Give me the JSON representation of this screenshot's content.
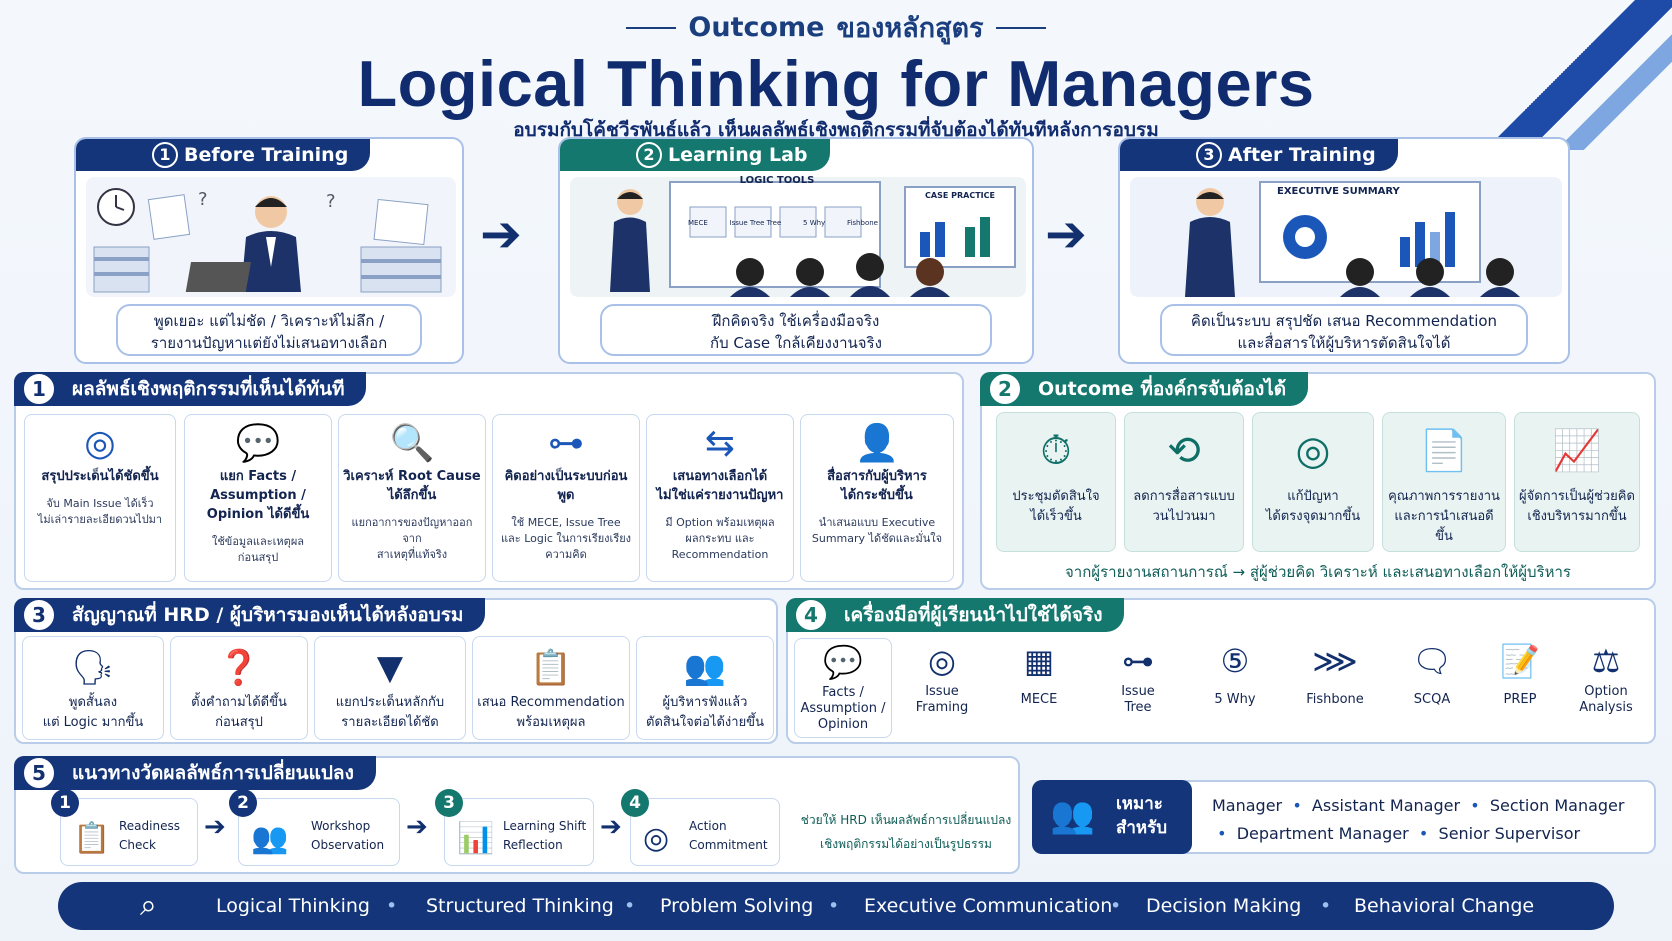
{
  "header": {
    "kicker_outcome": "Outcome",
    "kicker_rest": "ของหลักสูตร",
    "title": "Logical Thinking for Managers",
    "subtitle": "อบรมกับโค้ชวีรพันธ์แล้ว เห็นผลลัพธ์เชิงพฤติกรรมที่จับต้องได้ทันทีหลังการอบรม"
  },
  "stages": [
    {
      "num": "1",
      "label": "Before Training",
      "cap1": "พูดเยอะ แต่ไม่ชัด / วิเคราะห์ไม่ลึก /",
      "cap2": "รายงานปัญหาแต่ยังไม่เสนอทางเลือก"
    },
    {
      "num": "2",
      "label": "Learning Lab",
      "cap1": "ฝึกคิดจริง ใช้เครื่องมือจริง",
      "cap2": "กับ Case ใกล้เคียงงานจริง",
      "board_title": "LOGIC TOOLS",
      "board_items": [
        "MECE",
        "Issue Tree Tree",
        "5 Why",
        "Fishbone"
      ],
      "flip_title": "CASE PRACTICE"
    },
    {
      "num": "3",
      "label": "After Training",
      "cap1": "คิดเป็นระบบ สรุปชัด เสนอ Recommendation",
      "cap2": "และสื่อสารให้ผู้บริหารตัดสินใจได้",
      "screen_title": "EXECUTIVE SUMMARY"
    }
  ],
  "section1": {
    "num": "1",
    "title": "ผลลัพธ์เชิงพฤติกรรมที่เห็นได้ทันที",
    "cards": [
      {
        "icon": "target-icon",
        "h1": "สรุปประเด็นได้ชัดขึ้น",
        "h2": "",
        "d1": "จับ Main Issue ได้เร็ว",
        "d2": "ไม่เล่ารายละเอียดวนไปมา",
        "d3": ""
      },
      {
        "icon": "chat-icon",
        "h1": "แยก Facts / Assumption /",
        "h2": "Opinion ได้ดีขึ้น",
        "d1": "ใช้ข้อมูลและเหตุผล",
        "d2": "ก่อนสรุป",
        "d3": ""
      },
      {
        "icon": "magnifier-icon",
        "h1": "วิเคราะห์ Root Cause",
        "h2": "ได้ลึกขึ้น",
        "d1": "แยกอาการของปัญหาออกจาก",
        "d2": "สาเหตุที่แท้จริง",
        "d3": ""
      },
      {
        "icon": "hierarchy-icon",
        "h1": "คิดอย่างเป็นระบบก่อนพูด",
        "h2": "",
        "d1": "ใช้ MECE, Issue Tree",
        "d2": "และ Logic ในการเรียงเรียง",
        "d3": "ความคิด"
      },
      {
        "icon": "signpost-icon",
        "h1": "เสนอทางเลือกได้",
        "h2": "ไม่ใช่แค่รายงานปัญหา",
        "d1": "มี Option พร้อมเหตุผล",
        "d2": "ผลกระทบ และ",
        "d3": "Recommendation"
      },
      {
        "icon": "presenter-icon",
        "h1": "สื่อสารกับผู้บริหาร",
        "h2": "ได้กระชับขึ้น",
        "d1": "นำเสนอแบบ Executive",
        "d2": "Summary ได้ชัดและมั่นใจ",
        "d3": ""
      }
    ]
  },
  "section2": {
    "num": "2",
    "title": "Outcome ที่องค์กรจับต้องได้",
    "cards": [
      {
        "icon": "stopwatch-icon",
        "l1": "ประชุมตัดสินใจ",
        "l2": "ได้เร็วขึ้น"
      },
      {
        "icon": "cycle-chat-icon",
        "l1": "ลดการสื่อสารแบบ",
        "l2": "วนไปวนมา"
      },
      {
        "icon": "bullseye-icon",
        "l1": "แก้ปัญหา",
        "l2": "ได้ตรงจุดมากขึ้น"
      },
      {
        "icon": "report-icon",
        "l1": "คุณภาพการรายงาน",
        "l2": "และการนำเสนอดีขึ้น"
      },
      {
        "icon": "growth-icon",
        "l1": "ผู้จัดการเป็นผู้ช่วยคิด",
        "l2": "เชิงบริหารมากขึ้น"
      }
    ],
    "footer": "จากผู้รายงานสถานการณ์ → สู่ผู้ช่วยคิด วิเคราะห์ และเสนอทางเลือกให้ผู้บริหาร"
  },
  "section3": {
    "num": "3",
    "title": "สัญญาณที่ HRD / ผู้บริหารมองเห็นได้หลังอบรม",
    "cards": [
      {
        "icon": "speaker-icon",
        "l1": "พูดสั้นลง",
        "l2": "แต่ Logic มากขึ้น"
      },
      {
        "icon": "question-icon",
        "l1": "ตั้งคำถามได้ดีขึ้น",
        "l2": "ก่อนสรุป"
      },
      {
        "icon": "funnel-icon",
        "l1": "แยกประเด็นหลักกับ",
        "l2": "รายละเอียดได้ชัด"
      },
      {
        "icon": "checklist-icon",
        "l1": "เสนอ Recommendation",
        "l2": "พร้อมเหตุผล"
      },
      {
        "icon": "team-check-icon",
        "l1": "ผู้บริหารฟังแล้ว",
        "l2": "ตัดสินใจต่อได้ง่ายขึ้น"
      }
    ]
  },
  "section4": {
    "num": "4",
    "title": "เครื่องมือที่ผู้เรียนนำไปใช้ได้จริง",
    "tools": [
      {
        "icon": "chat-bubbles-icon",
        "l1": "Facts /",
        "l2": "Assumption /",
        "l3": "Opinion"
      },
      {
        "icon": "target-icon",
        "l1": "Issue",
        "l2": "Framing",
        "l3": ""
      },
      {
        "icon": "grid-icon",
        "l1": "MECE",
        "l2": "",
        "l3": ""
      },
      {
        "icon": "tree-icon",
        "l1": "Issue",
        "l2": "Tree",
        "l3": ""
      },
      {
        "icon": "five-icon",
        "l1": "5 Why",
        "l2": "",
        "l3": ""
      },
      {
        "icon": "fishbone-icon",
        "l1": "Fishbone",
        "l2": "",
        "l3": ""
      },
      {
        "icon": "speech-icon",
        "l1": "SCQA",
        "l2": "",
        "l3": ""
      },
      {
        "icon": "edit-doc-icon",
        "l1": "PREP",
        "l2": "",
        "l3": ""
      },
      {
        "icon": "scale-icon",
        "l1": "Option",
        "l2": "Analysis",
        "l3": ""
      }
    ]
  },
  "section5": {
    "num": "5",
    "title": "แนวทางวัดผลลัพธ์การเปลี่ยนแปลง",
    "steps": [
      {
        "num": "1",
        "icon": "clipboard-icon",
        "l1": "Readiness",
        "l2": "Check"
      },
      {
        "num": "2",
        "icon": "group-icon",
        "l1": "Workshop",
        "l2": "Observation"
      },
      {
        "num": "3",
        "icon": "chart-up-icon",
        "l1": "Learning Shift",
        "l2": "Reflection"
      },
      {
        "num": "4",
        "icon": "target-icon",
        "l1": "Action",
        "l2": "Commitment"
      }
    ],
    "note1": "ช่วยให้ HRD เห็นผลลัพธ์การเปลี่ยนแปลง",
    "note2": "เชิงพฤติกรรมได้อย่างเป็นรูปธรรม"
  },
  "audience": {
    "label1": "เหมาะ",
    "label2": "สำหรับ",
    "roles": [
      "Manager",
      "Assistant Manager",
      "Section Manager",
      "Department Manager",
      "Senior Supervisor"
    ]
  },
  "footer_bar": [
    "Logical Thinking",
    "Structured Thinking",
    "Problem Solving",
    "Executive Communication",
    "Decision Making",
    "Behavioral Change"
  ],
  "colors": {
    "navy": "#14357a",
    "teal": "#15786f",
    "accent": "#1b57b8"
  }
}
